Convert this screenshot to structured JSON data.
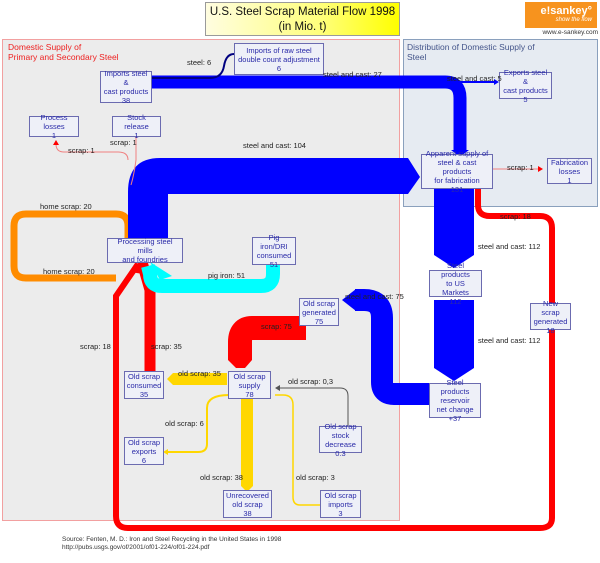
{
  "title": {
    "line1": "U.S. Steel Scrap Material Flow 1998",
    "line2": "(in Mio. t)"
  },
  "logo": {
    "brand": "e!sankey°",
    "tagline": "show the flow",
    "url": "www.e-sankey.com",
    "color": "#f7931e"
  },
  "regions": {
    "left": "Domestic Supply of\nPrimary and Secondary Steel",
    "right": "Distribution of Domestic Supply of\nSteel"
  },
  "colors": {
    "steel": "#0000ff",
    "steel_dark": "#000080",
    "scrap": "#ff0000",
    "home_scrap": "#ff8c00",
    "pig_iron": "#00ffff",
    "old_scrap": "#ffd700",
    "stock": "#555555",
    "thin_scrap": "#f08080"
  },
  "nodes": {
    "imports_raw": {
      "label": "Imports of raw steel\ndouble count adjustment",
      "value": "6"
    },
    "imports_steel": {
      "label": "Imports steel &\ncast products",
      "value": "38"
    },
    "process_losses": {
      "label": "Process losses",
      "value": "1"
    },
    "stock_release": {
      "label": "Stock release",
      "value": "1"
    },
    "exports_steel": {
      "label": "Exports steel &\ncast products",
      "value": "5"
    },
    "apparent_supply": {
      "label": "Apparent supply of\nsteel & cast products\nfor fabrication",
      "value": "131"
    },
    "fabrication_losses": {
      "label": "Fabrication\nlosses",
      "value": "1"
    },
    "processing": {
      "label": "Processing steel mills\nand foundries",
      "value": ""
    },
    "pig_iron": {
      "label": "Pig iron/DRI\nconsumed",
      "value": "51"
    },
    "steel_us_markets": {
      "label": "Steel products\nto US Markets",
      "value": "112"
    },
    "old_scrap_generated": {
      "label": "Old scrap\ngenerated",
      "value": "75"
    },
    "new_scrap_generated": {
      "label": "New scrap\ngenerated",
      "value": "18"
    },
    "old_scrap_consumed": {
      "label": "Old scrap\nconsumed",
      "value": "35"
    },
    "old_scrap_supply": {
      "label": "Old scrap\nsupply",
      "value": "78"
    },
    "reservoir": {
      "label": "Steel products\nreservoir\nnet change",
      "value": "+37"
    },
    "old_scrap_exports": {
      "label": "Old scrap\nexports",
      "value": "6"
    },
    "old_scrap_stock": {
      "label": "Old scrap stock\ndecrease",
      "value": "0.3"
    },
    "unrecovered": {
      "label": "Unrecovered\nold scrap",
      "value": "38"
    },
    "old_scrap_imports": {
      "label": "Old scrap\nimports",
      "value": "3"
    }
  },
  "flows": [
    {
      "id": "f_steel6",
      "label": "steel: 6",
      "value": 6
    },
    {
      "id": "f_sc27",
      "label": "steel and cast: 27",
      "value": 27
    },
    {
      "id": "f_sc5",
      "label": "steel and cast: 5",
      "value": 5
    },
    {
      "id": "f_scrap1a",
      "label": "scrap: 1",
      "value": 1
    },
    {
      "id": "f_scrap1b",
      "label": "scrap: 1",
      "value": 1
    },
    {
      "id": "f_sc104",
      "label": "steel and cast: 104",
      "value": 104
    },
    {
      "id": "f_scrap1c",
      "label": "scrap: 1",
      "value": 1
    },
    {
      "id": "f_scrap18a",
      "label": "scrap: 18",
      "value": 18
    },
    {
      "id": "f_home20a",
      "label": "home scrap: 20",
      "value": 20
    },
    {
      "id": "f_home20b",
      "label": "home scrap: 20",
      "value": 20
    },
    {
      "id": "f_sc112a",
      "label": "steel and cast: 112",
      "value": 112
    },
    {
      "id": "f_pig51",
      "label": "pig iron: 51",
      "value": 51
    },
    {
      "id": "f_sc75",
      "label": "steel and cast: 75",
      "value": 75
    },
    {
      "id": "f_scrap75",
      "label": "scrap: 75",
      "value": 75
    },
    {
      "id": "f_scrap18b",
      "label": "scrap: 18",
      "value": 18
    },
    {
      "id": "f_scrap35",
      "label": "scrap: 35",
      "value": 35
    },
    {
      "id": "f_sc112b",
      "label": "steel and cast: 112",
      "value": 112
    },
    {
      "id": "f_old35",
      "label": "old scrap: 35",
      "value": 35
    },
    {
      "id": "f_old03",
      "label": "old scrap: 0,3",
      "value": 0.3
    },
    {
      "id": "f_old6",
      "label": "old scrap: 6",
      "value": 6
    },
    {
      "id": "f_old38",
      "label": "old scrap: 38",
      "value": 38
    },
    {
      "id": "f_old3",
      "label": "old scrap: 3",
      "value": 3
    }
  ],
  "source": {
    "line1": "Source: Fenten, M. D.: Iron and Steel Recycling in the United States in 1998",
    "line2": "http://pubs.usgs.gov/of/2001/of01-224/of01-224.pdf"
  }
}
